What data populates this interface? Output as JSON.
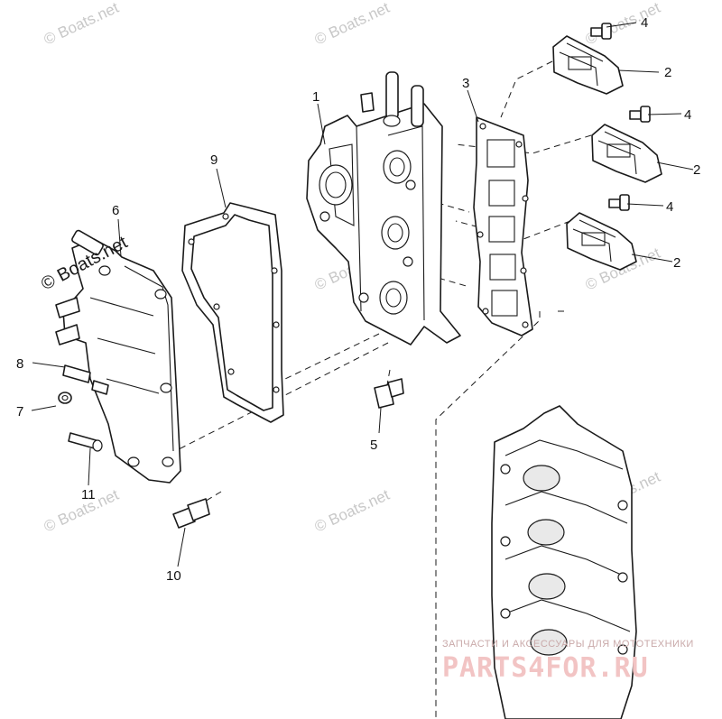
{
  "callouts": {
    "c1": "1",
    "c2a": "2",
    "c2b": "2",
    "c2c": "2",
    "c3": "3",
    "c4a": "4",
    "c4b": "4",
    "c4c": "4",
    "c5": "5",
    "c6": "6",
    "c7": "7",
    "c8": "8",
    "c9": "9",
    "c10": "10",
    "c11": "11"
  },
  "watermarks": {
    "boats_net": "© Boats.net",
    "boats_net_main": "© Boats.net"
  },
  "branding": {
    "subtitle": "ЗАПЧАСТИ И АКСЕССУАРЫ ДЛЯ МОТОТЕХНИКИ",
    "logo": "PARTS4FOR.RU"
  },
  "colors": {
    "line": "#1a1a1a",
    "watermark": "#c8c8c8",
    "brand": "#f2c4c4"
  }
}
